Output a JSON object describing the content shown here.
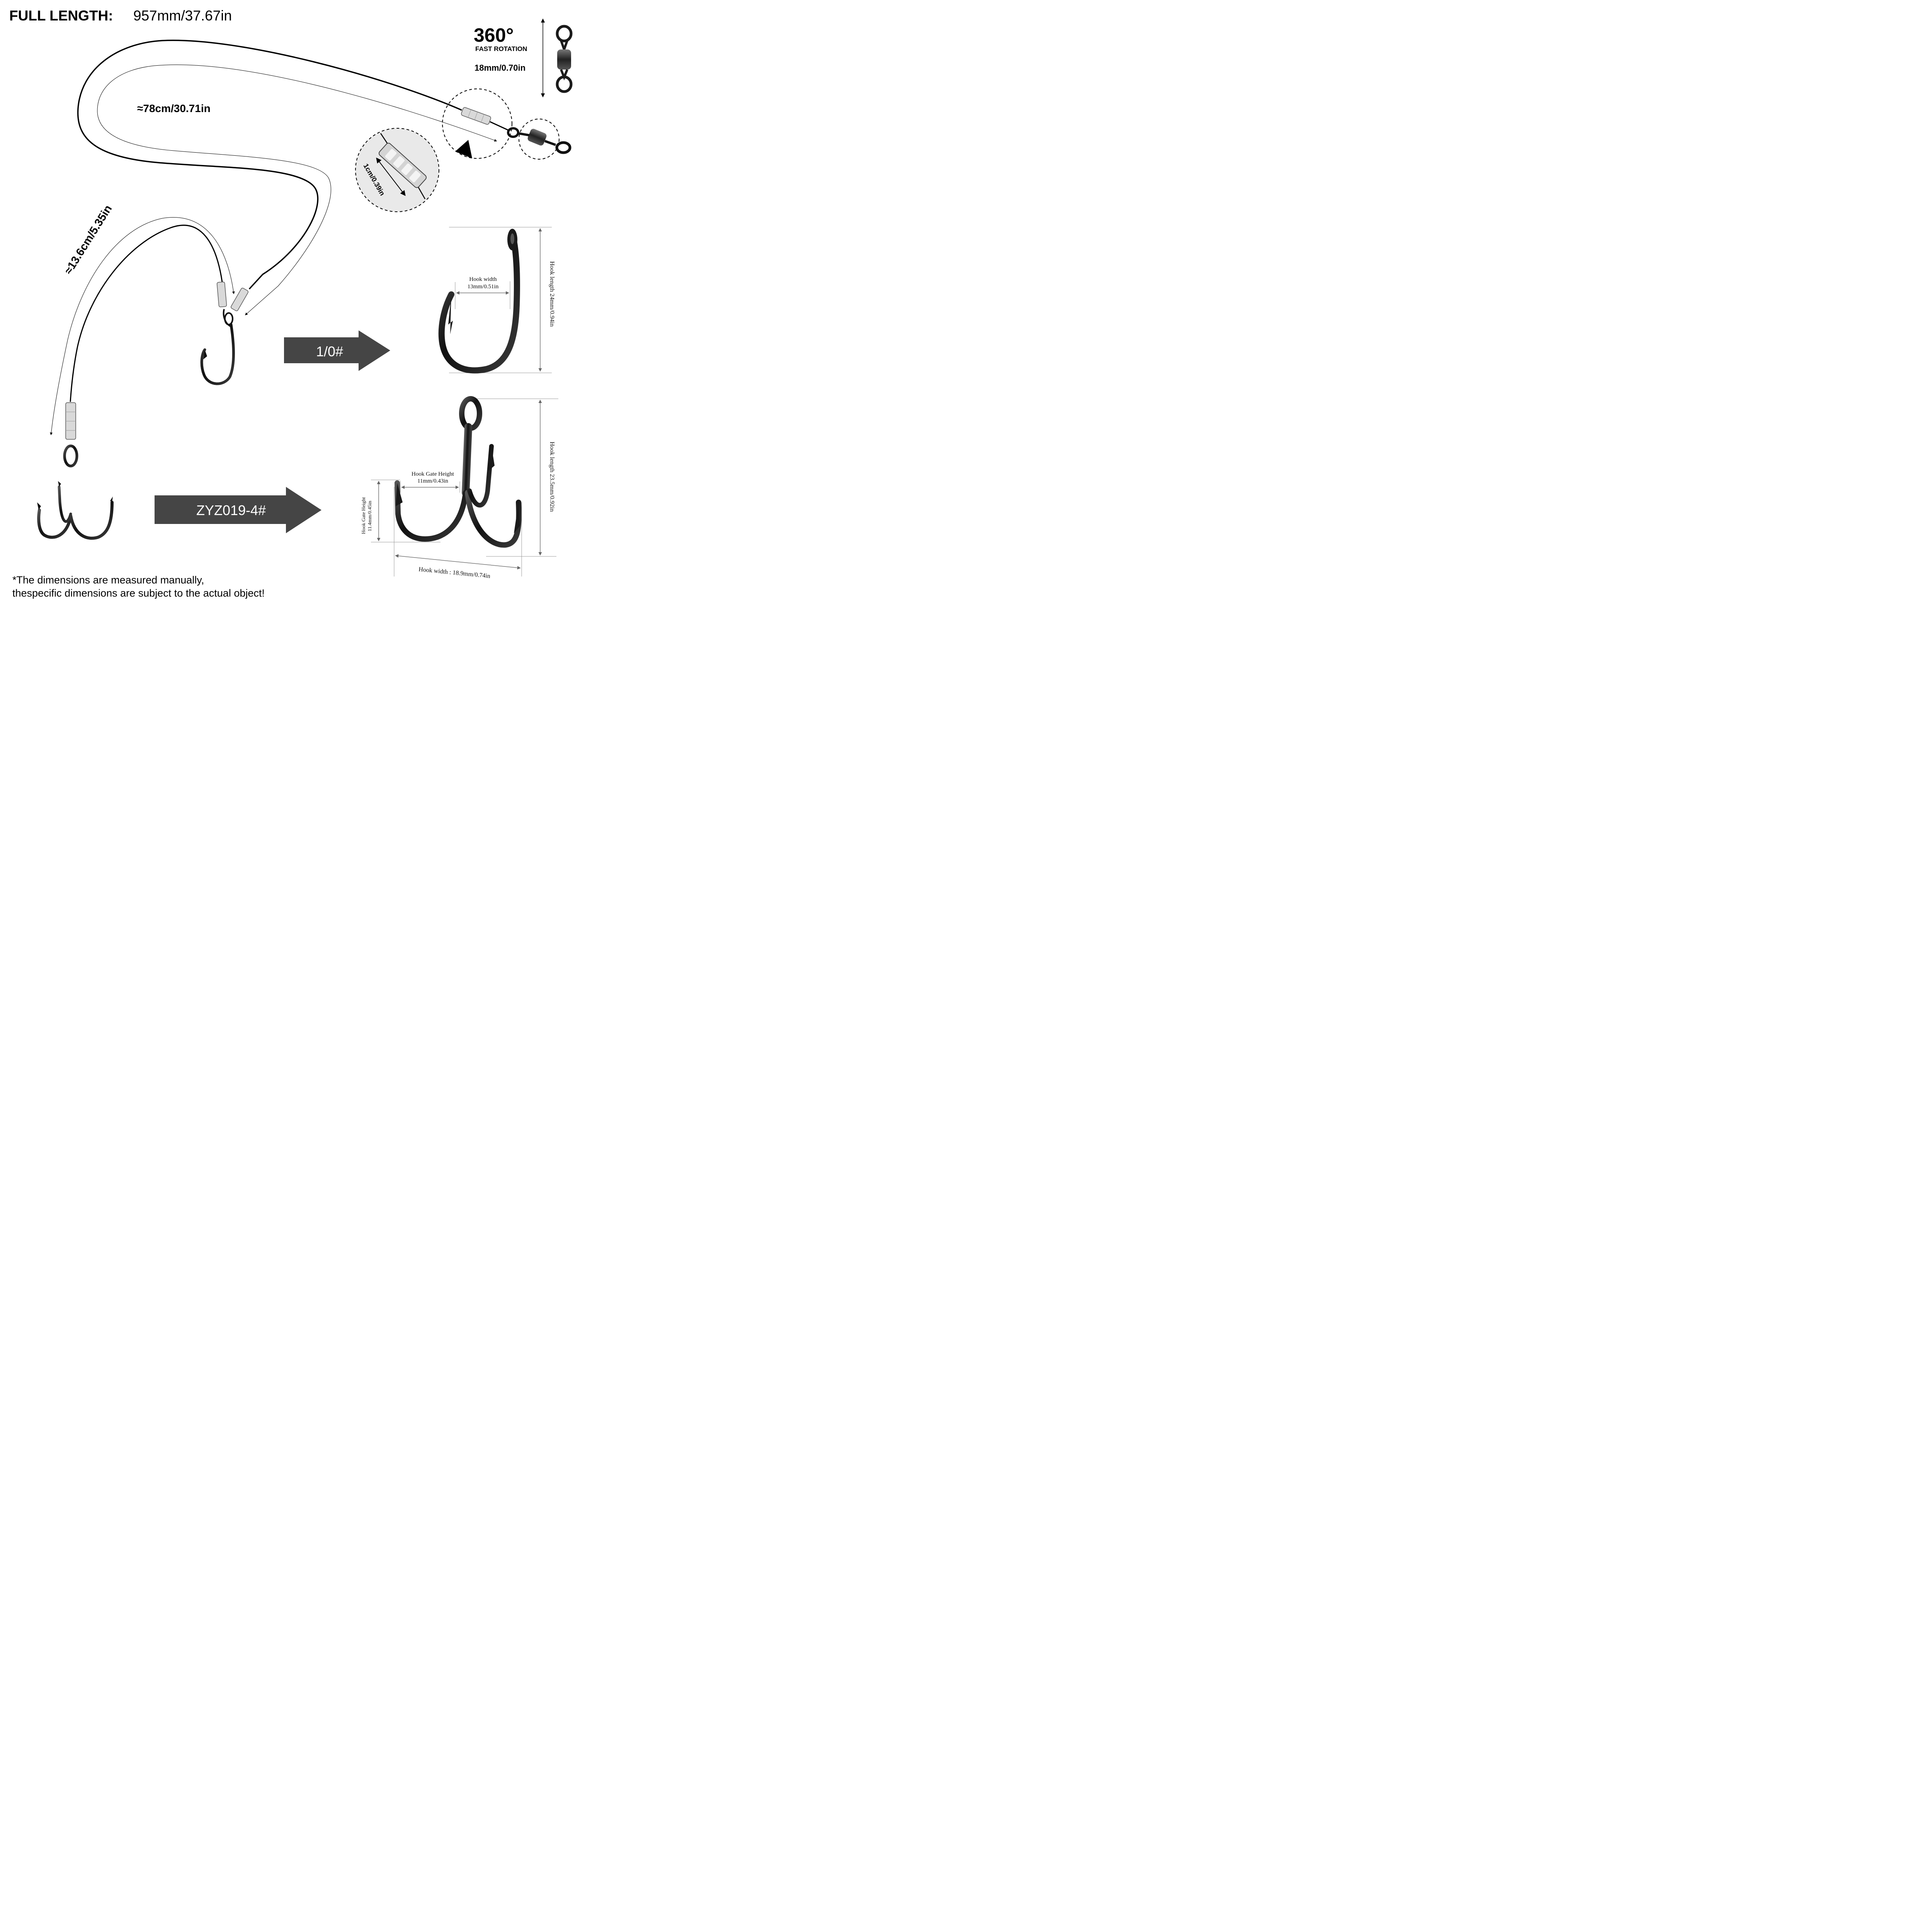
{
  "header": {
    "full_length_label": "FULL LENGTH:",
    "full_length_value": "957mm/37.67in"
  },
  "swivel": {
    "rotation_value": "360°",
    "rotation_caption": "FAST ROTATION",
    "length": "18mm/0.70in"
  },
  "leader": {
    "main_length": "≈78cm/30.71in",
    "branch_length": "≈13.6cm/5.35in",
    "sleeve_length": "1cm/0.39in"
  },
  "single_hook": {
    "model": "1/0#",
    "width_label": "Hook width",
    "width_value": "13mm/0.51in",
    "length_label": "Hook length 24mm/0.94in"
  },
  "treble_hook": {
    "model": "ZYZ019-4#",
    "gate_label": "Hook Gate Height",
    "gate_value": "11mm/0.43in",
    "side_gate_label": "Hook Gate Height",
    "side_gate_value": "11.4mm/0.45in",
    "length_label": "Hook length 23.5mm/0.92in",
    "width_label": "Hook width : 18.9mm/0.74in"
  },
  "footnote": {
    "line1": "*The dimensions are measured manually,",
    "line2": "thespecific dimensions are subject to the actual object!"
  },
  "colors": {
    "arrow_fill": "#454545",
    "hook_metal": "#1a1a1a",
    "sleeve": "#d9d9d9",
    "zoom_bg": "#e9e9e9"
  }
}
